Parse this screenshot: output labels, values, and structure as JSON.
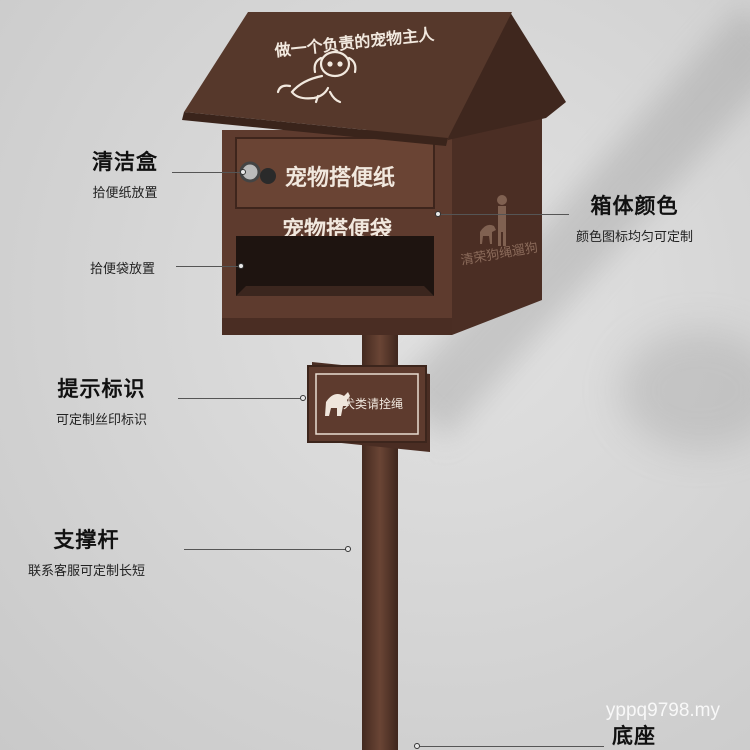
{
  "colors": {
    "box_front": "#5e3b2e",
    "box_side": "#4c2f25",
    "roof": "#55372b",
    "pole": "#5a392c",
    "print": "#efe6dc"
  },
  "roof_text": "做一个负责的宠物主人",
  "box": {
    "drawer_label": "宠物搭便纸",
    "bag_label": "宠物搭便袋",
    "side_label": "清荣狗绳遛狗",
    "side_icon": "person-walking-dog-icon"
  },
  "sign": {
    "text": "犬类请拴绳",
    "icon": "dog-icon"
  },
  "callouts": {
    "clean_box": {
      "title": "清洁盒",
      "sub": "拾便纸放置"
    },
    "bag_slot": {
      "sub": "拾便袋放置"
    },
    "box_color": {
      "title": "箱体颜色",
      "sub": "颜色图标均匀可定制"
    },
    "sign_mark": {
      "title": "提示标识",
      "sub": "可定制丝印标识"
    },
    "pole": {
      "title": "支撑杆",
      "sub": "联系客服可定制长短"
    },
    "base": {
      "title": "底座"
    }
  },
  "watermark": "yppq9798.my"
}
